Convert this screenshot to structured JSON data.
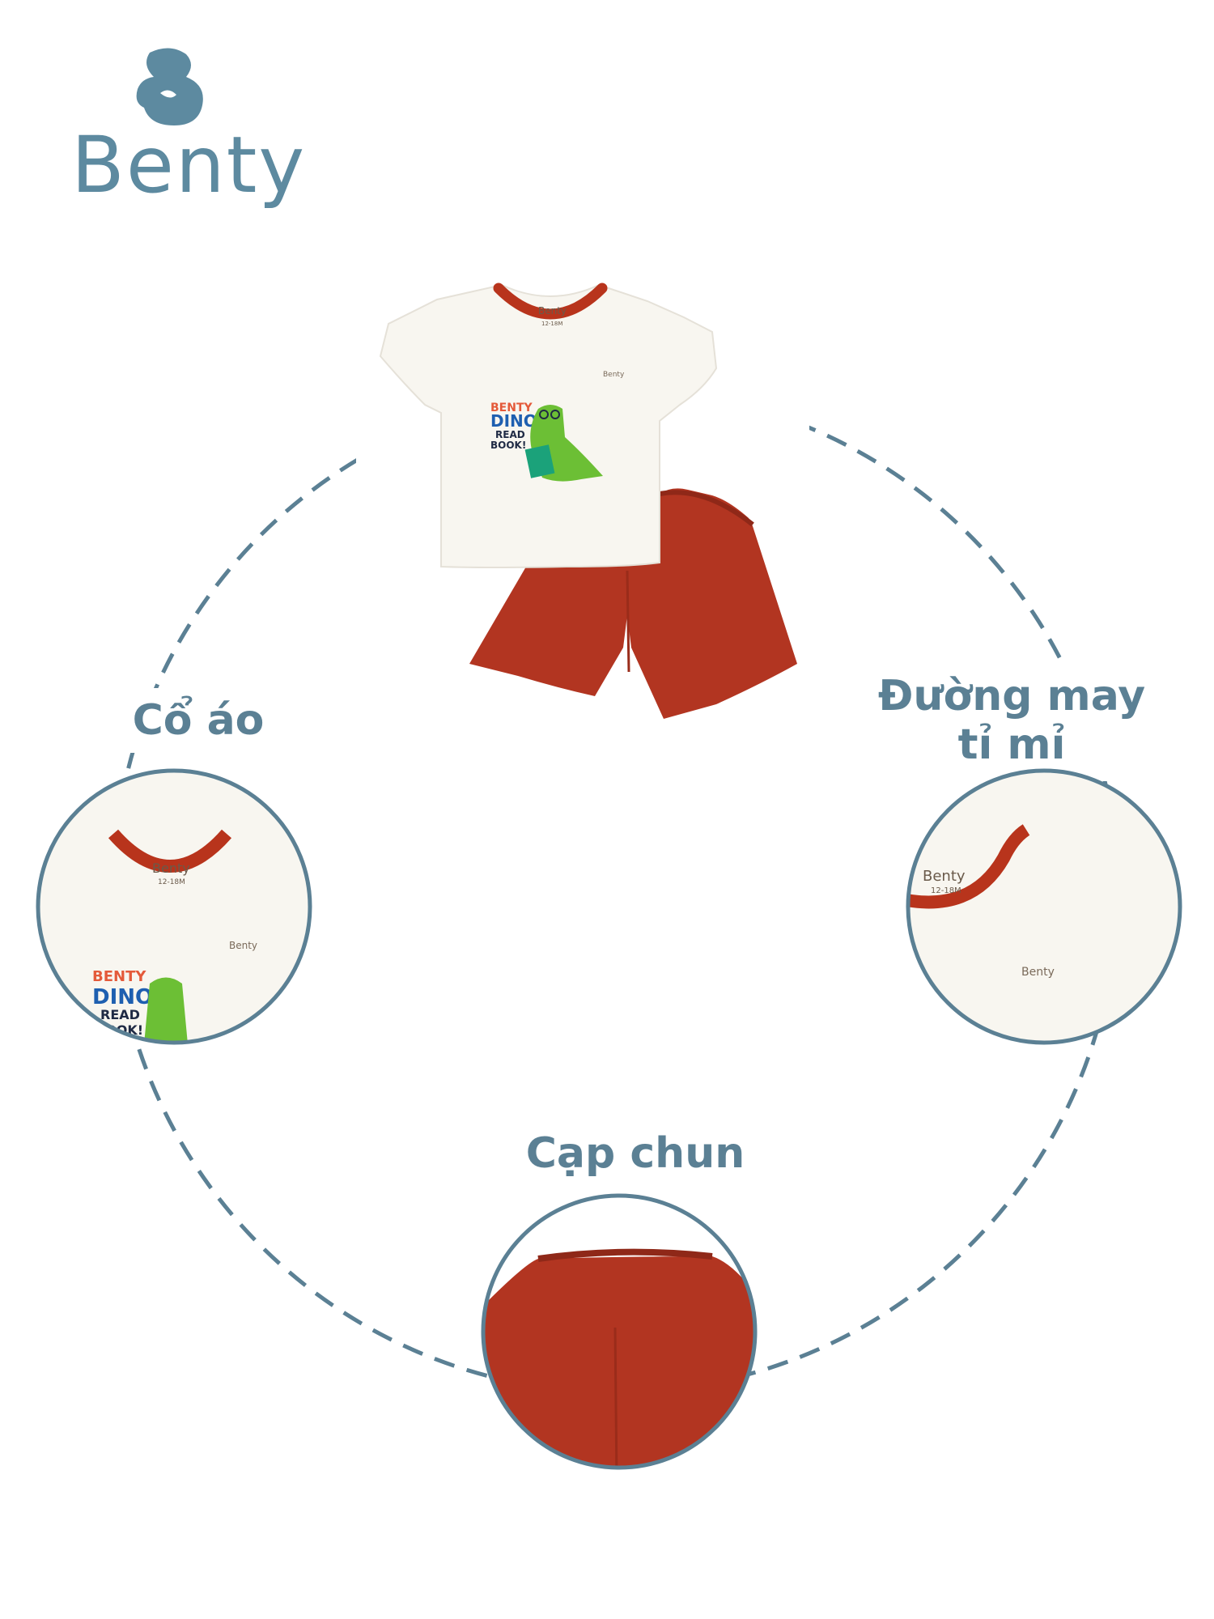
{
  "brand": {
    "name": "Benty",
    "color": "#5d8aa0"
  },
  "product": {
    "tag_brand": "Benty",
    "tag_size": "12-18M",
    "chest_logo": "Benty",
    "print": {
      "line1": "BENTY",
      "line2": "DINO",
      "line3": "READ",
      "line4": "BOOK!"
    }
  },
  "features": [
    {
      "label": "Cổ áo"
    },
    {
      "label_line1": "Đường may",
      "label_line2": "tỉ mỉ"
    },
    {
      "label": "Cạp chun"
    }
  ],
  "colors": {
    "accent": "#5b8094",
    "shorts": "#b23521",
    "trim": "#b8341c",
    "shirt": "#f8f6f0"
  }
}
